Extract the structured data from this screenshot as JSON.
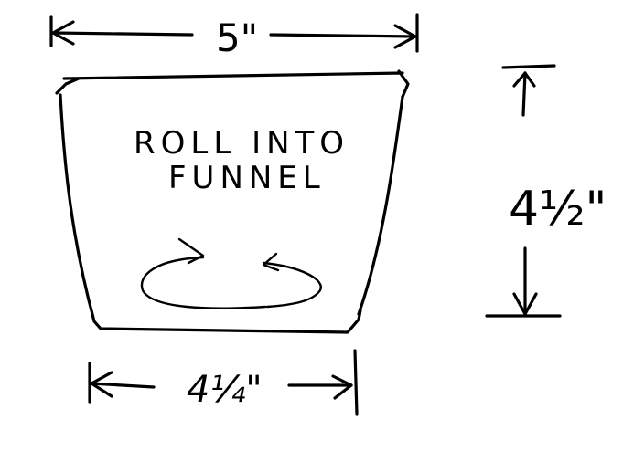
{
  "dimensions": {
    "top_width": "5\"",
    "bottom_width": "4¼\"",
    "height": "4½\""
  },
  "instruction": {
    "line1": "ROLL INTO",
    "line2": "FUNNEL"
  },
  "colors": {
    "ink": "#000000",
    "paper": "#ffffff"
  }
}
